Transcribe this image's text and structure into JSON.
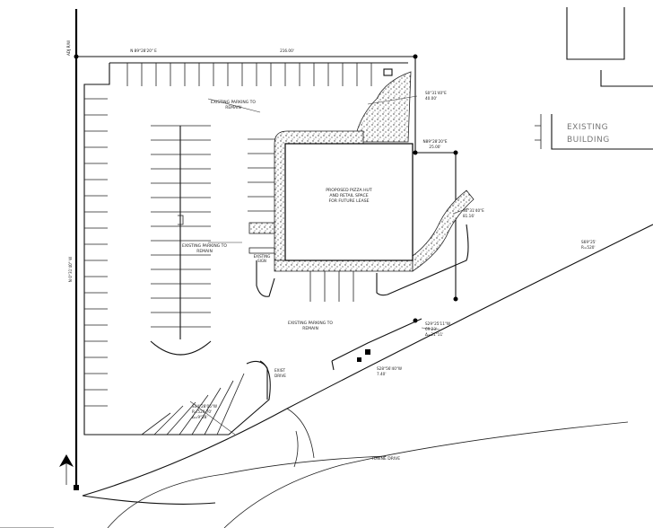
{
  "labels": {
    "existing_building": [
      "EXISTING",
      "BUILDING"
    ],
    "proposed": [
      "PROPOSED PIZZA HUT",
      "AND RETAIL SPACE",
      "FOR FUTURE LEASE"
    ],
    "parking_north": [
      "EXISTING PARKING TO",
      "REMAIN"
    ],
    "parking_west": [
      "EXISTING PARKING TO",
      "REMAIN"
    ],
    "parking_south": [
      "EXISTING PARKING TO",
      "REMAIN"
    ],
    "existing_sign": [
      "EXISTING",
      "SIGN"
    ],
    "street": "TOWNE DRIVE"
  },
  "bearings": {
    "north_top": "N 89°28'20\" E",
    "north_top_dist": "216.00'",
    "west_side": "N 0°31'40\" W",
    "west_top": "ADJ R/W",
    "ne_corner": [
      "S0°31'40\"E",
      "40.00'"
    ],
    "building_corner": [
      "N89°28'20\"E",
      "25.00'"
    ],
    "east_mid": [
      "S0°31'40\"E",
      "81.16'"
    ],
    "southeast": [
      "S29°25'11\"W",
      "69.23'",
      "Δ=21°11'"
    ],
    "curve_sw": [
      "S34°28'05\"W",
      "R=520.70'",
      "Δ=9°28'"
    ],
    "far_east": [
      "S69°25'",
      "R=520'"
    ],
    "south_mid": [
      "S28°56'40\"W",
      "7.40'"
    ],
    "drive_entry": [
      "EXIST",
      "DRIVE"
    ]
  }
}
